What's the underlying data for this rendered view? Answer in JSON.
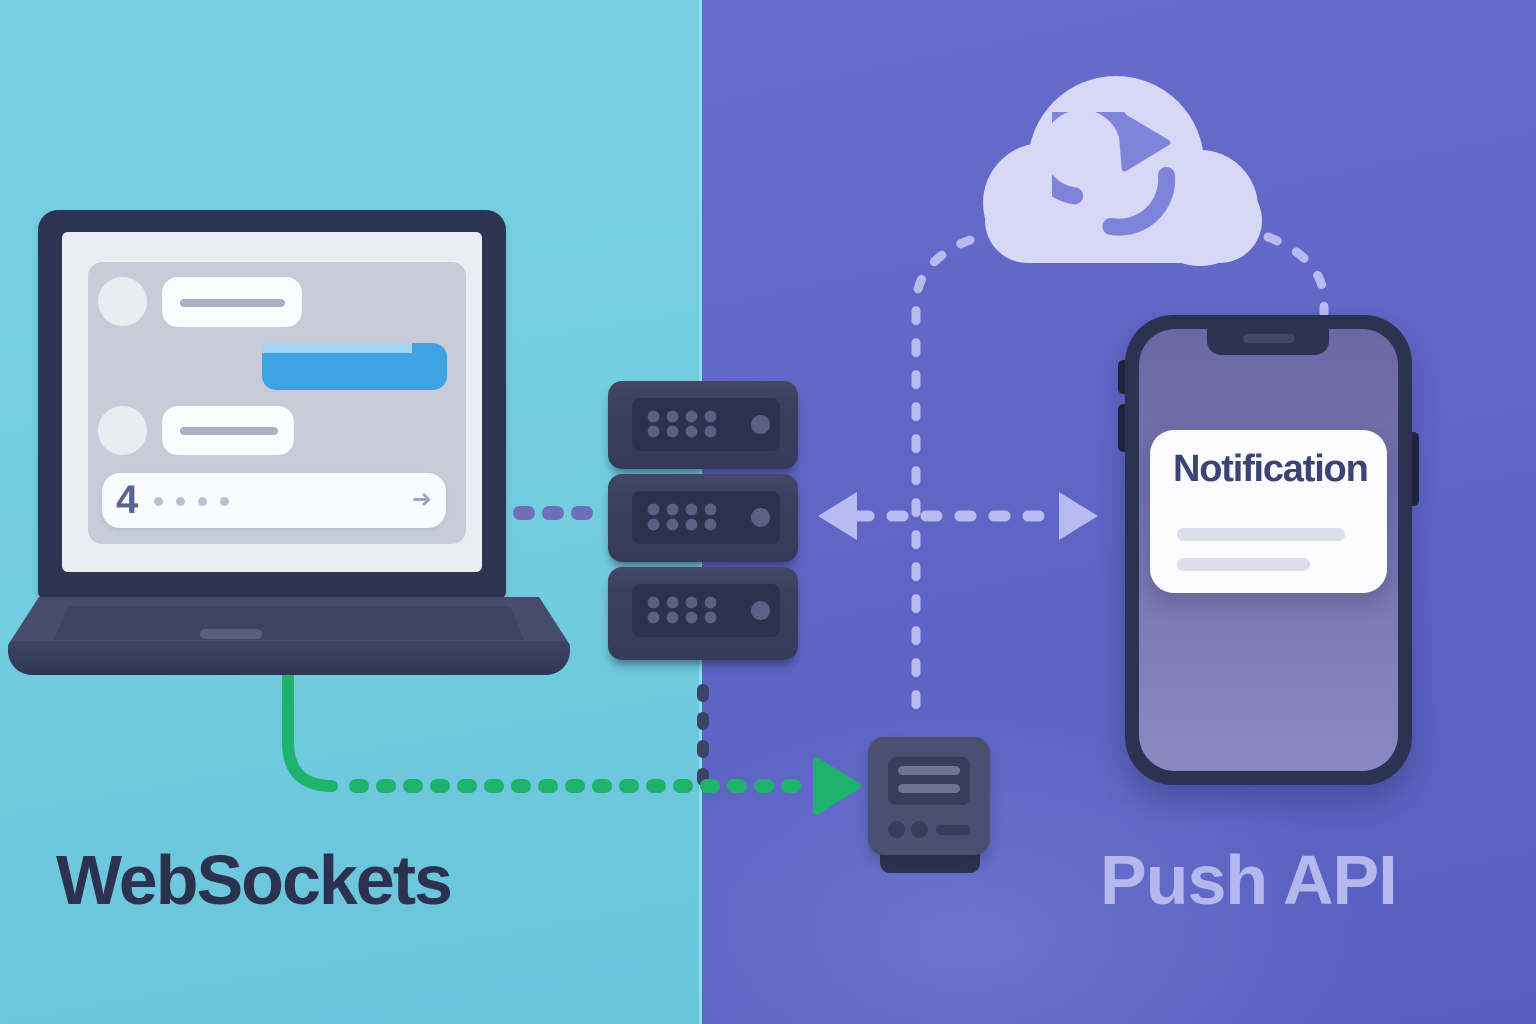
{
  "diagram": {
    "left_panel": {
      "label": "WebSockets"
    },
    "right_panel": {
      "label": "Push API"
    },
    "phone": {
      "notification_title": "Notification"
    },
    "chat": {
      "cursor_glyph": "4",
      "send_glyph": "➜"
    },
    "colors": {
      "left_background": "#73cde0",
      "right_background": "#6065c6",
      "websockets_label": "#2c3150",
      "push_api_label": "#b4b8ec",
      "green_arrow": "#1db36c",
      "lavender_dash": "#b7bbf0",
      "purple_dots": "#6e6fb8",
      "device_navy": "#2d3352",
      "chat_bubble_blue": "#3fa2e2",
      "cloud": "#d6d8f5",
      "sync_icon": "#7f84da"
    }
  }
}
